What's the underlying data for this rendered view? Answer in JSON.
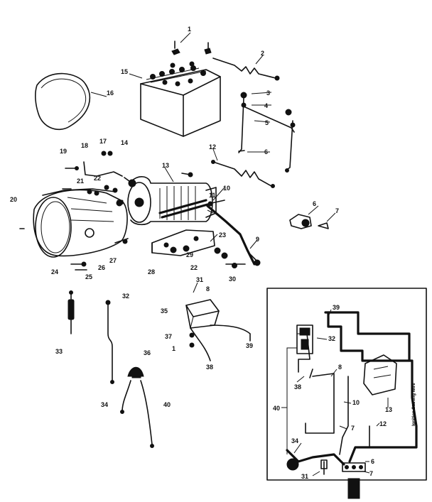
{
  "callouts": {
    "c1_top": "1",
    "c2": "2",
    "c3": "3",
    "c4": "4",
    "c5": "5",
    "c6_rod": "6",
    "c15": "15",
    "c16": "16",
    "c17": "17",
    "c14": "14",
    "c18": "18",
    "c19": "19",
    "c12": "12",
    "c13": "13",
    "c10": "10",
    "c11": "11",
    "c20_left": "20",
    "c21": "21",
    "c22_top": "22",
    "c23_left": "23",
    "c6_right": "6",
    "c7_right": "7",
    "c9": "9",
    "c23_right": "23",
    "c29": "29",
    "c22_bottom": "22",
    "c28": "28",
    "c27": "27",
    "c24": "24",
    "c26": "26",
    "c25": "25",
    "c30": "30",
    "c31": "31",
    "c8": "8",
    "c32": "32",
    "c35": "35",
    "c37": "37",
    "c1_mid": "1",
    "c39": "39",
    "c38": "38",
    "c33": "33",
    "c36": "36",
    "c34": "34",
    "c40": "40"
  },
  "inset": {
    "c39": "39",
    "c32": "32",
    "c38": "38",
    "c8": "8",
    "c10": "10",
    "c13": "13",
    "c40": "40",
    "c7": "7",
    "c12": "12",
    "c34": "34",
    "c31": "31",
    "c6": "6",
    "c7b": "7",
    "side_text": "Ignition Starting Wire"
  }
}
